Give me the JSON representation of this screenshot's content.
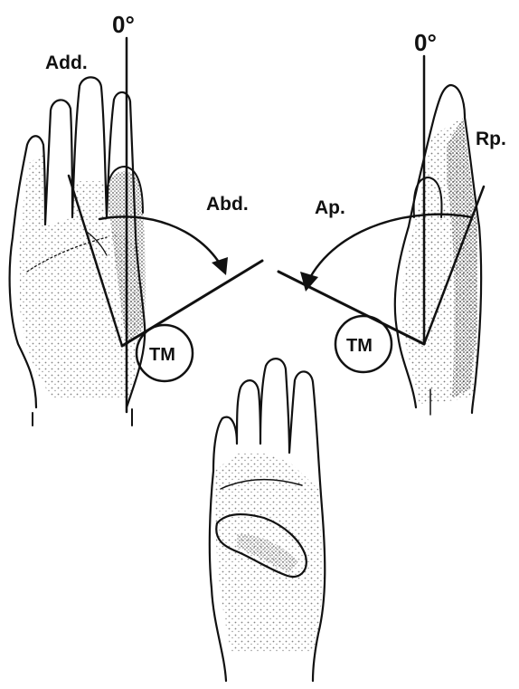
{
  "diagram": {
    "left_panel": {
      "zero_label": "0°",
      "add_label": "Add.",
      "abd_label": "Abd.",
      "joint_label": "TM"
    },
    "right_panel": {
      "zero_label": "0°",
      "rp_label": "Rp.",
      "ap_label": "Ap.",
      "joint_label": "TM"
    }
  },
  "colors": {
    "ink": "#111111",
    "paper": "#ffffff"
  }
}
